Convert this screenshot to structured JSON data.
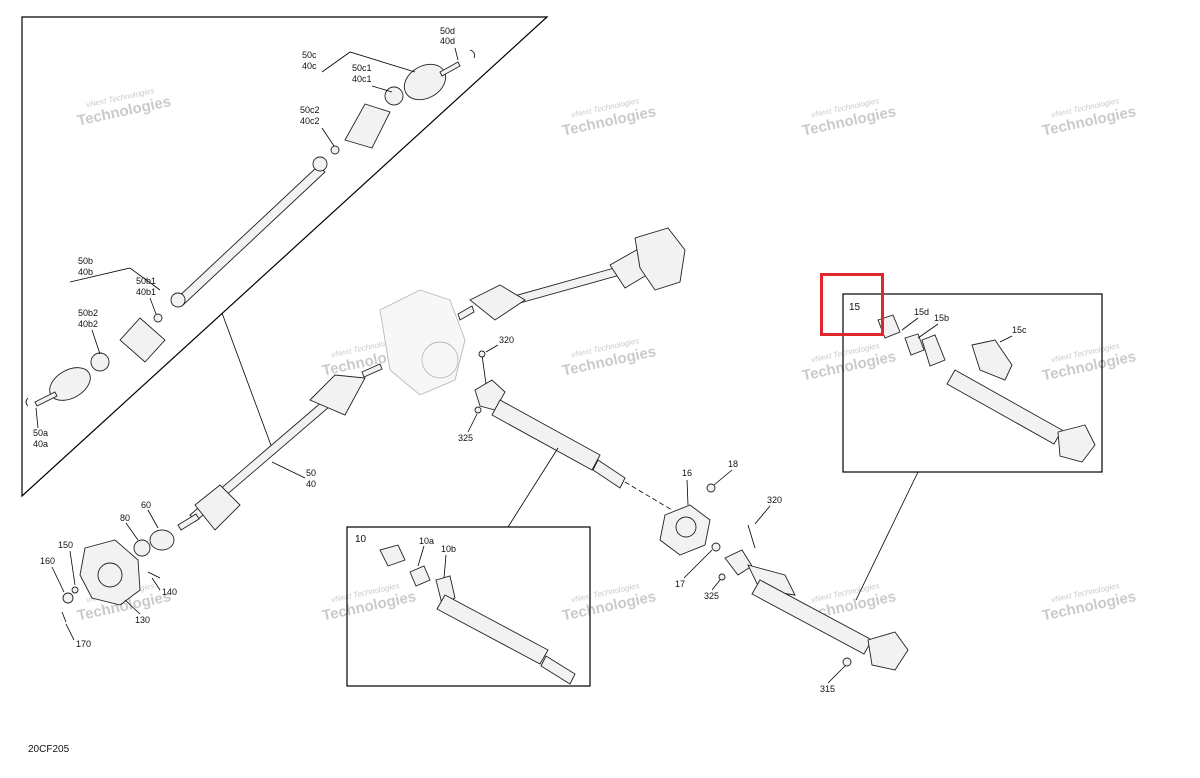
{
  "diagram_id": "20CF205",
  "watermark": {
    "line1": "vNext Technologies",
    "line2": "Technologies"
  },
  "highlight": {
    "color": "#e0262b",
    "target": "15"
  },
  "callouts": {
    "c50d": "50d",
    "c40d": "40d",
    "c50c": "50c",
    "c40c": "40c",
    "c50c1": "50c1",
    "c40c1": "40c1",
    "c50c2": "50c2",
    "c40c2": "40c2",
    "c50b": "50b",
    "c40b": "40b",
    "c50b1": "50b1",
    "c40b1": "40b1",
    "c50b2": "50b2",
    "c40b2": "40b2",
    "c50a": "50a",
    "c40a": "40a",
    "c50": "50",
    "c40": "40",
    "c60": "60",
    "c80": "80",
    "c150": "150",
    "c160": "160",
    "c140": "140",
    "c130": "130",
    "c170": "170",
    "c320a": "320",
    "c325a": "325",
    "c16": "16",
    "c18": "18",
    "c17": "17",
    "c320b": "320",
    "c325b": "325",
    "c315": "315",
    "c10": "10",
    "c10a": "10a",
    "c10b": "10b",
    "c15": "15",
    "c15d": "15d",
    "c15b": "15b",
    "c15c": "15c"
  }
}
